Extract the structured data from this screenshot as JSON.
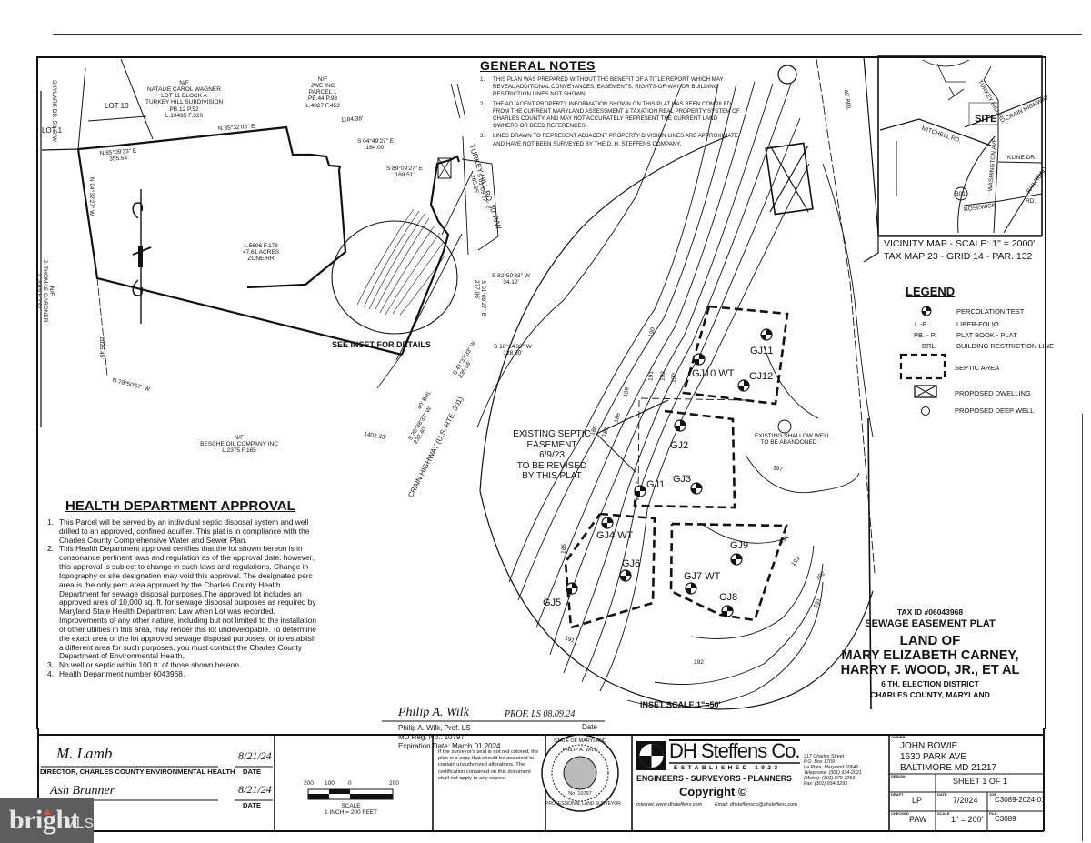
{
  "watermark": {
    "brand": "bright",
    "suffix": "MLS"
  },
  "general_notes": {
    "title": "GENERAL NOTES",
    "items": [
      {
        "num": "1.",
        "text": "THIS PLAN WAS PREPARED WITHOUT THE BENEFIT OF A TITLE REPORT WHICH MAY REVEAL ADDITIONAL CONVEYANCES, EASEMENTS, RIGHTS-OF-WAY OR BUILDING RESTRICTION LINES NOT SHOWN."
      },
      {
        "num": "2.",
        "text": "THE ADJACENT PROPERTY INFORMATION SHOWN ON THIS PLAT HAS BEEN COMPILED FROM THE CURRENT MARYLAND ASSESSMENT & TAXATION REAL PROPERTY SYSTEM OF CHARLES COUNTY, AND MAY NOT ACCURATELY REPRESENT THE CURRENT LAND OWNERS OR DEED REFERENCES."
      },
      {
        "num": "3.",
        "text": "LINES DRAWN TO REPRESENT ADJACENT PROPERTY DIVISION LINES ARE APPROXIMATE AND HAVE NOT BEEN SURVEYED BY THE D. H. STEFFENS COMPANY."
      }
    ]
  },
  "vicinity_map": {
    "roads": {
      "turkey_hill": "TURKEY HILL RD.",
      "crain": "CRAIN HIGHWAY",
      "mitchell": "MITCHELL RD.",
      "washington": "WASHINGTON AVE",
      "kline": "KLINE DR.",
      "railroad": "RAILROAD",
      "rd": "RD.",
      "rosewick": "ROSEWICK",
      "route": "301"
    },
    "site_label": "SITE",
    "caption_line1": "VICINITY MAP  -  SCALE:  1\"  =  2000'",
    "caption_line2": "TAX MAP 23  -  GRID 14  -   PAR. 132"
  },
  "legend": {
    "title": "LEGEND",
    "items": [
      {
        "symbol": "perc-test",
        "abbr": "",
        "label": "PERCOLATION TEST"
      },
      {
        "symbol": "text",
        "abbr": "L.-F.",
        "label": "LIBER-FOLIO"
      },
      {
        "symbol": "text",
        "abbr": "PB. - P.",
        "label": "PLAT BOOK  -  PLAT"
      },
      {
        "symbol": "text",
        "abbr": "BRL",
        "label": "BUILDING RESTRICTION LINE"
      },
      {
        "symbol": "dashed-box",
        "abbr": "",
        "label": "SEPTIC AREA"
      },
      {
        "symbol": "x-box",
        "abbr": "",
        "label": "PROPOSED DWELLING"
      },
      {
        "symbol": "w-circle",
        "abbr": "",
        "label": "PROPOSED DEEP WELL"
      }
    ]
  },
  "plat": {
    "lots": {
      "lot1": "LOT 1",
      "lot10": "LOT 10",
      "skylark": "SKYLARK DR. 50' R/W"
    },
    "neighbors": {
      "wagner": [
        "N/F",
        "NATALIE CAROL WAGNER",
        "LOT 11 BLOCK A",
        "TURKEY HILL SUBDIVISION",
        "PB.12 P.52",
        "L.10495 F.320"
      ],
      "jwe": [
        "N/F",
        "JWE INC",
        "PARCEL 1",
        "PB.44 P.98",
        "L.4827 F.453"
      ],
      "gardner": [
        "N/F",
        "J. THOMAS GARDNER",
        "L.2019 F.233"
      ],
      "besche": [
        "N/F",
        "BESCHE OIL COMPANY INC",
        "L.2375 F.165"
      ]
    },
    "parcel": [
      "L.5696 F.178",
      "47.61 ACRES",
      "ZONE RR"
    ],
    "courses": {
      "c1": "N 85°09'33\" E",
      "c1d": "355.64'",
      "c2": "N 85°32'03\" E",
      "c2d": "1184.38'",
      "c3": "S 04°49'27\" E",
      "c3d": "164.00'",
      "c4": "S 89°09'27\" E",
      "c4d": "188.51'",
      "c5": "S 82°50'33\" W",
      "c5d": "34.12'",
      "c6": "S 18°14'33\" W",
      "c6d": "128.50'",
      "c7": "S 41°37'33\" W",
      "c7d": "235.56'",
      "c8": "S 39°38'33\" W",
      "c8d": "232.40'",
      "c9": "1402.33'",
      "c10": "N 78°50'57\" W",
      "c11": "1025.45'",
      "c12": "N 04°32'27\" W",
      "c13": "S 01°09'27\" E",
      "c13d": "277.06'",
      "c14": "S 01°09'27\" E",
      "c14d": "265.35'"
    },
    "roads": {
      "turkey_hill": "TURKEY HILL RD. 30' R/W",
      "crain": "CRAIN HIGHWAY (U.S. RTE. 301)",
      "brl40": "40' BRL"
    },
    "see_inset": "SEE INSET FOR DETAILS"
  },
  "inset": {
    "existing_easement": [
      "EXISTING SEPTIC",
      "EASEMENT",
      "6/9/23",
      "TO BE REVISED",
      "BY THIS PLAT"
    ],
    "existing_well": [
      "EXISTING SHALLOW WELL",
      "TO BE ABANDONED"
    ],
    "perc_tests": [
      "GJ1",
      "GJ2",
      "GJ3",
      "GJ4  WT",
      "GJ5",
      "GJ6",
      "GJ7  WT",
      "GJ8",
      "GJ9",
      "GJ10  WT",
      "GJ11",
      "GJ12"
    ],
    "contours": [
      "185",
      "186",
      "187",
      "188",
      "189",
      "190",
      "191",
      "192",
      "193",
      "194",
      "195",
      "196",
      "197",
      "198"
    ],
    "scale": "INSET SCALE 1\"=50'"
  },
  "health_approval": {
    "title": "HEALTH DEPARTMENT APPROVAL",
    "items": [
      {
        "num": "1.",
        "text": "This Parcel will be served by an individual septic disposal system and well drilled to an approved, confined aquifier. This plat is in compliance with the Charles County Comprehensive Water and Sewer Plan."
      },
      {
        "num": "2.",
        "text": "This Health Department approval certifies that the lot shown hereon is in consonance pertinent laws and regulation as of the approval date: however, this approval is subject to change in such laws and regulations. Change in topography or site designation may void this approval. The designated perc area is the only perc area approved by the Charles County Health Department for sewage disposal purposes.The approved lot includes an approved area of 10,000 sq. ft. for sewage disposal purposes as required by Maryland State Health Department Law when Lot was recorded. Improvements of any other nature, including but not limited to the installation of other utilities in this area, may render this lot undevelopable. To determine the exact area of the lot approved sewage disposal purposes, or to establish a different area for such purposes, you must contact the Charles County Department of Environmental Health."
      },
      {
        "num": "3.",
        "text": "No well or septic within 100 ft. of those shown hereon."
      },
      {
        "num": "4.",
        "text": "Health Department number 6043968."
      }
    ]
  },
  "surveyor": {
    "signature": "Philip A. Wilk",
    "sig_suffix": "PROF. LS  08.09.24",
    "date_label": "Date",
    "name": "Philip A. Wilk,   Prof. LS",
    "reg": "MD Reg. No.. 10797",
    "expiration": "Expiration Date: March 01,2024"
  },
  "approvals": {
    "sig1": "M. Lamb",
    "date1": "8/21/24",
    "label1": "DIRECTOR, CHARLES COUNTY ENVIRONMENTAL HEALTH",
    "date_label": "DATE",
    "sig2": "Ash Brunner",
    "date2": "8/21/24"
  },
  "scale_bar": {
    "ticks": [
      "200",
      "100",
      "0",
      "200"
    ],
    "caption1": "SCALE",
    "caption2": "1 INCH = 200 FEET"
  },
  "seal_notice": "If the surveyor's seal is not red colored, the plan is a copy that should be assumed to contain unauthorized alterations. The certification contained on this document shall not apply to any copies.",
  "seal": {
    "ring_top": "STATE OF MARYLAND",
    "name": "PHILIP A. WILK",
    "number": "No. 10797",
    "ring_bottom": "PROFESSIONAL LAND SURVEYOR"
  },
  "company": {
    "name": "DH Steffens Co.",
    "established": "ESTABLISHED  1923",
    "services": "ENGINEERS  -  SURVEYORS  -  PLANNERS",
    "copyright": "Copyright ©",
    "internet": "Internet: www.dhsteffens.com",
    "email": "Email: dhsteffensco@dhsteffens.com",
    "address": [
      "317 Charles Street",
      "P.O. Box 1709",
      "La Plata, Maryland 20646",
      "Telephone: (301) 934-2021",
      "(Metro): (301) 870-3253",
      "Fax: (301) 934-3293"
    ]
  },
  "title_block": {
    "tax_id": "TAX ID #06043968",
    "plat_type": "SEWAGE EASEMENT PLAT",
    "land_of": "LAND OF",
    "owner1": "MARY ELIZABETH CARNEY,",
    "owner2": "HARRY F. WOOD, JR., ET AL",
    "district": "6 TH. ELECTION DISTRICT",
    "county": "CHARLES COUNTY, MARYLAND"
  },
  "owner_block": {
    "label": "OWNER",
    "name": "JOHN BOWIE",
    "address1": "1630 PARK AVE",
    "address2": "BALTIMORE MD  21217"
  },
  "sheet_info": {
    "sheet": "SHEET 1   OF 1",
    "drawn_label": "DRAFT",
    "drawn": "LP",
    "checked_label": "CHECKED",
    "checked": "PAW",
    "date_label": "DATE",
    "date": "7/2024",
    "scale_label": "SCALE",
    "scale": "1\" = 200'",
    "job_label": "JOB",
    "job": "C3089-2024-01",
    "file_label": "FILE",
    "file": "C3089",
    "design_label": "DESIGN"
  }
}
